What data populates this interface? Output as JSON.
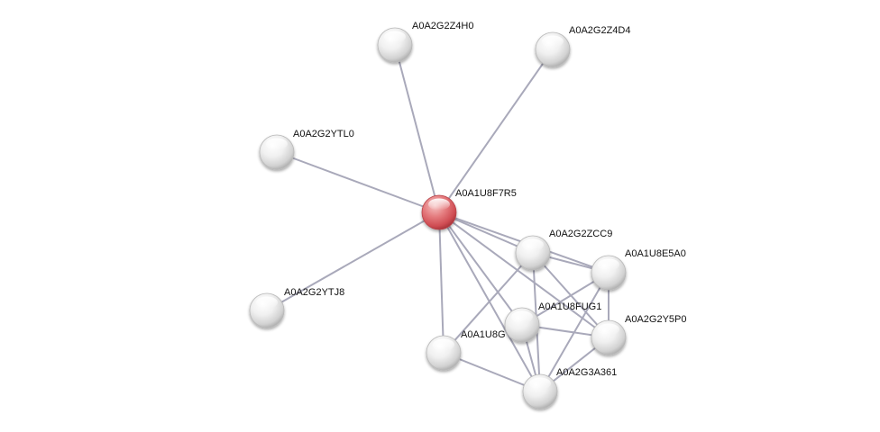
{
  "network": {
    "colors": {
      "edge": "#a9a9ba",
      "query_node": "#d9585d",
      "neighbor_node": "#e6e6e6",
      "label": "#111111"
    },
    "query_node": "A0A1U8F7R5",
    "nodes": [
      {
        "id": "A0A1U8F7R5",
        "label": "A0A1U8F7R5",
        "role": "query"
      },
      {
        "id": "A0A2G2Z4H0",
        "label": "A0A2G2Z4H0",
        "role": "neighbor"
      },
      {
        "id": "A0A2G2Z4D4",
        "label": "A0A2G2Z4D4",
        "role": "neighbor"
      },
      {
        "id": "A0A2G2YTL0",
        "label": "A0A2G2YTL0",
        "role": "neighbor"
      },
      {
        "id": "A0A2G2YTJ8",
        "label": "A0A2G2YTJ8",
        "role": "neighbor"
      },
      {
        "id": "A0A2G2ZCC9",
        "label": "A0A2G2ZCC9",
        "role": "neighbor"
      },
      {
        "id": "A0A1U8E5A0",
        "label": "A0A1U8E5A0",
        "role": "neighbor"
      },
      {
        "id": "A0A1U8FUG1",
        "label": "A0A1U8FUG1",
        "role": "neighbor"
      },
      {
        "id": "A0A2G2Y5P0",
        "label": "A0A2G2Y5P0",
        "role": "neighbor"
      },
      {
        "id": "A0A1U8G",
        "label": "A0A1U8G",
        "role": "neighbor"
      },
      {
        "id": "A0A2G3A361",
        "label": "A0A2G3A361",
        "role": "neighbor"
      }
    ],
    "edges": [
      [
        "A0A1U8F7R5",
        "A0A2G2Z4H0"
      ],
      [
        "A0A1U8F7R5",
        "A0A2G2Z4D4"
      ],
      [
        "A0A1U8F7R5",
        "A0A2G2YTL0"
      ],
      [
        "A0A1U8F7R5",
        "A0A2G2YTJ8"
      ],
      [
        "A0A1U8F7R5",
        "A0A2G2ZCC9"
      ],
      [
        "A0A1U8F7R5",
        "A0A1U8E5A0"
      ],
      [
        "A0A1U8F7R5",
        "A0A1U8FUG1"
      ],
      [
        "A0A1U8F7R5",
        "A0A2G2Y5P0"
      ],
      [
        "A0A1U8F7R5",
        "A0A1U8G"
      ],
      [
        "A0A1U8F7R5",
        "A0A2G3A361"
      ],
      [
        "A0A2G2ZCC9",
        "A0A1U8E5A0"
      ],
      [
        "A0A2G2ZCC9",
        "A0A2G2Y5P0"
      ],
      [
        "A0A2G2ZCC9",
        "A0A1U8G"
      ],
      [
        "A0A2G2ZCC9",
        "A0A2G3A361"
      ],
      [
        "A0A1U8E5A0",
        "A0A1U8FUG1"
      ],
      [
        "A0A1U8E5A0",
        "A0A2G2Y5P0"
      ],
      [
        "A0A1U8E5A0",
        "A0A2G3A361"
      ],
      [
        "A0A1U8FUG1",
        "A0A2G2Y5P0"
      ],
      [
        "A0A1U8FUG1",
        "A0A2G3A361"
      ],
      [
        "A0A1U8G",
        "A0A2G3A361"
      ],
      [
        "A0A2G2Y5P0",
        "A0A2G3A361"
      ]
    ]
  }
}
